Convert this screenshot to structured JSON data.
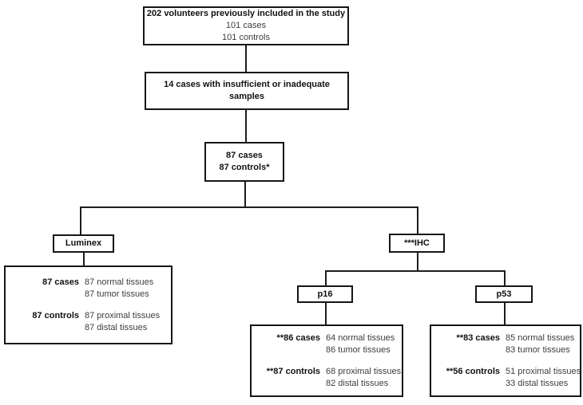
{
  "diagram": {
    "nodes": {
      "volunteers": {
        "title": "202 volunteers previously included in the study",
        "line2": "101 cases",
        "line3": "101 controls"
      },
      "insufficient": {
        "line1": "14 cases with insufficient or inadequate",
        "line2": "samples"
      },
      "eligible": {
        "line1": "87 cases",
        "line2": "87 controls*"
      },
      "luminex": {
        "label": "Luminex"
      },
      "ihc": {
        "label": "***IHC"
      },
      "p16": {
        "label": "p16"
      },
      "p53": {
        "label": "p53"
      },
      "luminex_detail": {
        "groups": [
          {
            "label": "87 cases",
            "values": [
              "87 normal tissues",
              "87 tumor tissues"
            ]
          },
          {
            "label": "87 controls",
            "values": [
              "87 proximal tissues",
              "87 distal tissues"
            ]
          }
        ]
      },
      "p16_detail": {
        "groups": [
          {
            "label": "**86 cases",
            "values": [
              "64 normal tissues",
              "86 tumor tissues"
            ]
          },
          {
            "label": "**87 controls",
            "values": [
              "68 proximal tissues",
              "82 distal tissues"
            ]
          }
        ]
      },
      "p53_detail": {
        "groups": [
          {
            "label": "**83 cases",
            "values": [
              "85 normal tissues",
              "83 tumor tissues"
            ]
          },
          {
            "label": "**56 controls",
            "values": [
              "51 proximal tissues",
              "33 distal tissues"
            ]
          }
        ]
      }
    },
    "colors": {
      "background": "#ffffff",
      "border": "#161616",
      "text_bold": "#111111",
      "text_regular": "#3d3d3d"
    }
  }
}
